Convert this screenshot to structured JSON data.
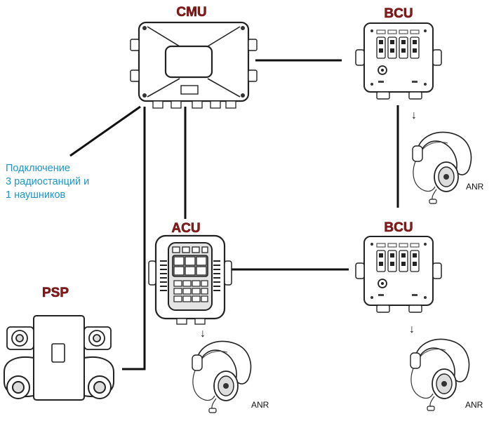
{
  "devices": {
    "cmu": {
      "label": "CMU"
    },
    "bcu_top": {
      "label": "BCU"
    },
    "bcu_bottom": {
      "label": "BCU"
    },
    "acu": {
      "label": "ACU"
    },
    "psp": {
      "label": "PSP"
    }
  },
  "headsets": [
    {
      "label": "ANR"
    },
    {
      "label": "ANR"
    },
    {
      "label": "ANR"
    }
  ],
  "annotation": {
    "lines": [
      "Подключение",
      "3 радиостанций и",
      "1 наушников"
    ],
    "color": "#1d95c9"
  },
  "colors": {
    "device_label": "#8b1a1a",
    "wire": "#111111"
  }
}
